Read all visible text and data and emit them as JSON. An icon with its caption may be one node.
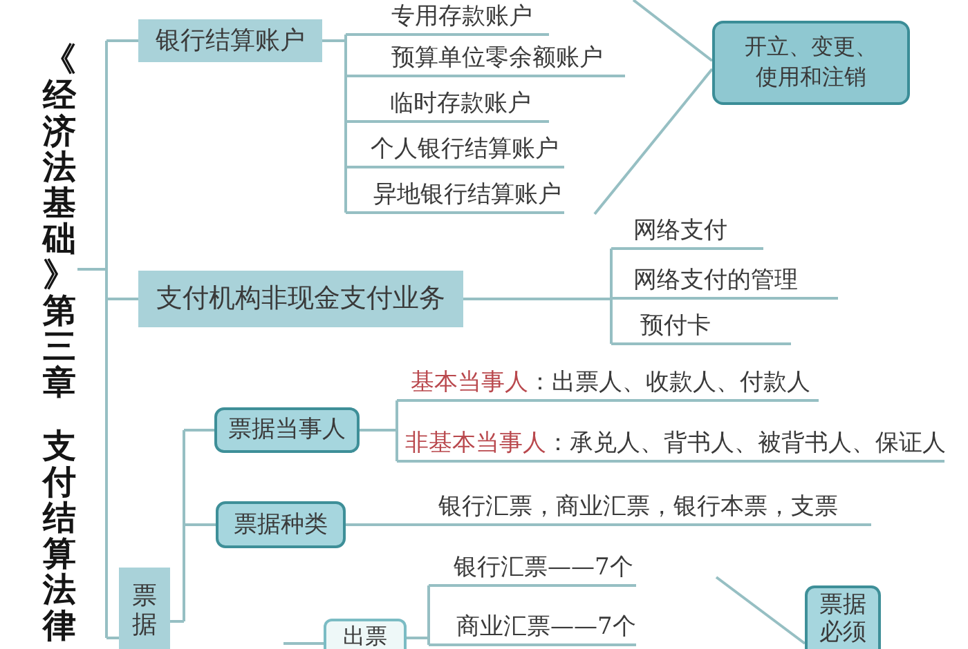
{
  "diagram": {
    "nodes": [
      {
        "text": [
          "《经济法基础》第三章",
          "支付结算法律"
        ]
      },
      {
        "text": [
          "银行结算账户"
        ]
      },
      {
        "text": [
          "专用存款账户"
        ]
      },
      {
        "text": [
          "预算单位零余额账户"
        ]
      },
      {
        "text": [
          "临时存款账户"
        ]
      },
      {
        "text": [
          "个人银行结算账户"
        ]
      },
      {
        "text": [
          "异地银行结算账户"
        ]
      },
      {
        "text": [
          "开立、变更、使用和注销"
        ]
      },
      {
        "text": [
          "支付机构非现金支付业务"
        ]
      },
      {
        "text": [
          "网络支付"
        ]
      },
      {
        "text": [
          "网络支付的管理"
        ]
      },
      {
        "text": [
          "预付卡"
        ]
      },
      {
        "text": [
          "票据"
        ]
      },
      {
        "text": [
          "票据当事人"
        ]
      },
      {
        "text": [
          "票据种类"
        ]
      },
      {
        "text": [
          "出票"
        ]
      },
      {
        "text": [
          "基本当事人",
          "：出票人、收款人、付款人"
        ]
      },
      {
        "text": [
          "非基本当事人",
          "：承兑人、背书人、被背书人、保证人"
        ]
      },
      {
        "text": [
          "银行汇票，商业汇票，银行本票，支票"
        ]
      },
      {
        "text": [
          "银行汇票——7个"
        ]
      },
      {
        "text": [
          "商业汇票——7个"
        ]
      },
      {
        "text": [
          "票据必须"
        ]
      }
    ],
    "edges": [
      {
        "from": 0,
        "to": 1,
        "arrow": "none"
      },
      {
        "from": 0,
        "to": 8,
        "arrow": "none"
      },
      {
        "from": 0,
        "to": 12,
        "arrow": "none"
      },
      {
        "from": 1,
        "to": 2,
        "arrow": "none"
      },
      {
        "from": 1,
        "to": 3,
        "arrow": "none"
      },
      {
        "from": 1,
        "to": 4,
        "arrow": "none"
      },
      {
        "from": 1,
        "to": 5,
        "arrow": "none"
      },
      {
        "from": 1,
        "to": 6,
        "arrow": "none"
      },
      {
        "from": null,
        "to": 7,
        "arrow": "none"
      },
      {
        "from": null,
        "to": 7,
        "arrow": "none"
      },
      {
        "from": 8,
        "to": 9,
        "arrow": "none"
      },
      {
        "from": 8,
        "to": 10,
        "arrow": "none"
      },
      {
        "from": 8,
        "to": 11,
        "arrow": "none"
      },
      {
        "from": 12,
        "to": 13,
        "arrow": "none"
      },
      {
        "from": 12,
        "to": 14,
        "arrow": "none"
      },
      {
        "from": 13,
        "to": 16,
        "arrow": "none"
      },
      {
        "from": 13,
        "to": 17,
        "arrow": "none"
      },
      {
        "from": 14,
        "to": 18,
        "arrow": "none"
      },
      {
        "from": null,
        "to": 15,
        "arrow": "none"
      },
      {
        "from": 15,
        "to": 19,
        "arrow": "none"
      },
      {
        "from": 15,
        "to": 20,
        "arrow": "none"
      },
      {
        "from": null,
        "to": 21,
        "arrow": "none"
      }
    ]
  }
}
